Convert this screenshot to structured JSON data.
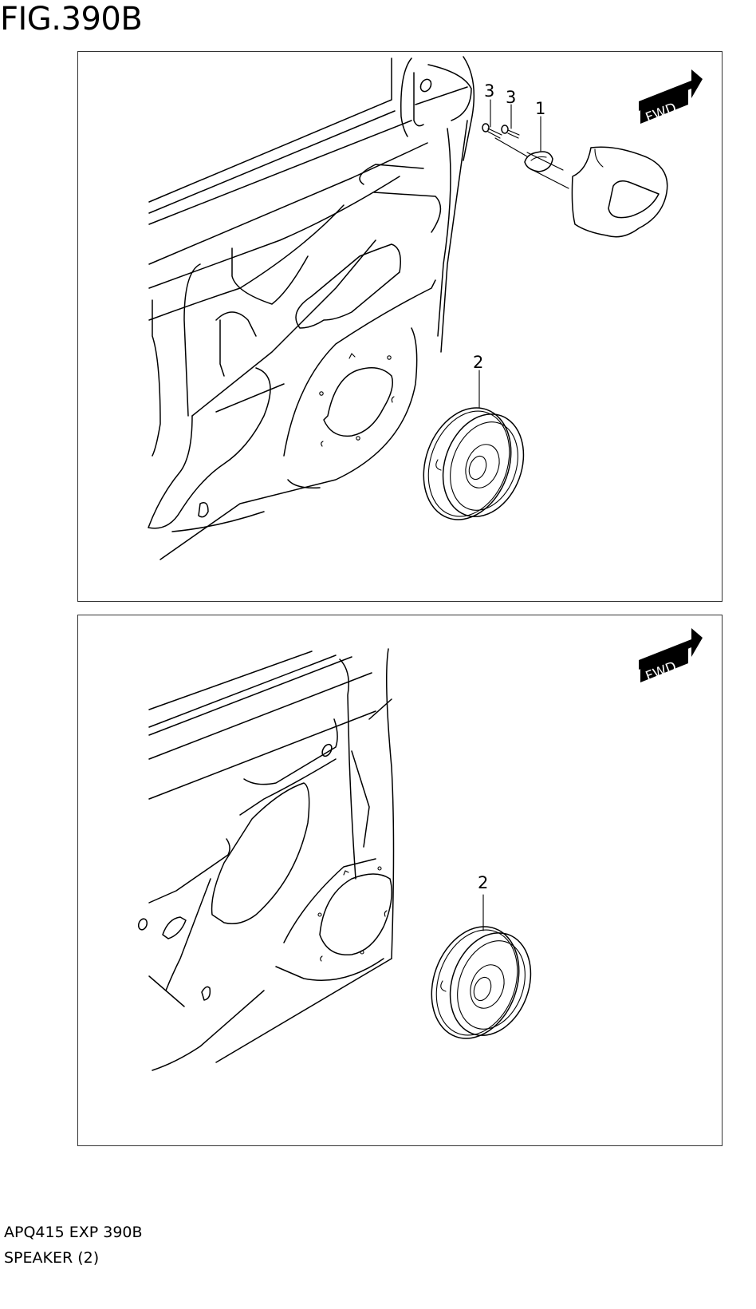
{
  "figure": {
    "title": "FIG.390B"
  },
  "panels": [
    {
      "id": "top",
      "description": "Front door inner panel with speaker and tweeter cover",
      "fwd_label": "FWD",
      "callouts": [
        {
          "number": "3",
          "part": "screw"
        },
        {
          "number": "3",
          "part": "screw"
        },
        {
          "number": "1",
          "part": "clip"
        },
        {
          "number": "2",
          "part": "speaker"
        }
      ]
    },
    {
      "id": "bottom",
      "description": "Rear door inner panel with speaker",
      "fwd_label": "FWD",
      "callouts": [
        {
          "number": "2",
          "part": "speaker"
        }
      ]
    }
  ],
  "footer": {
    "code": "APQ415 EXP 390B",
    "name": "SPEAKER (2)"
  }
}
